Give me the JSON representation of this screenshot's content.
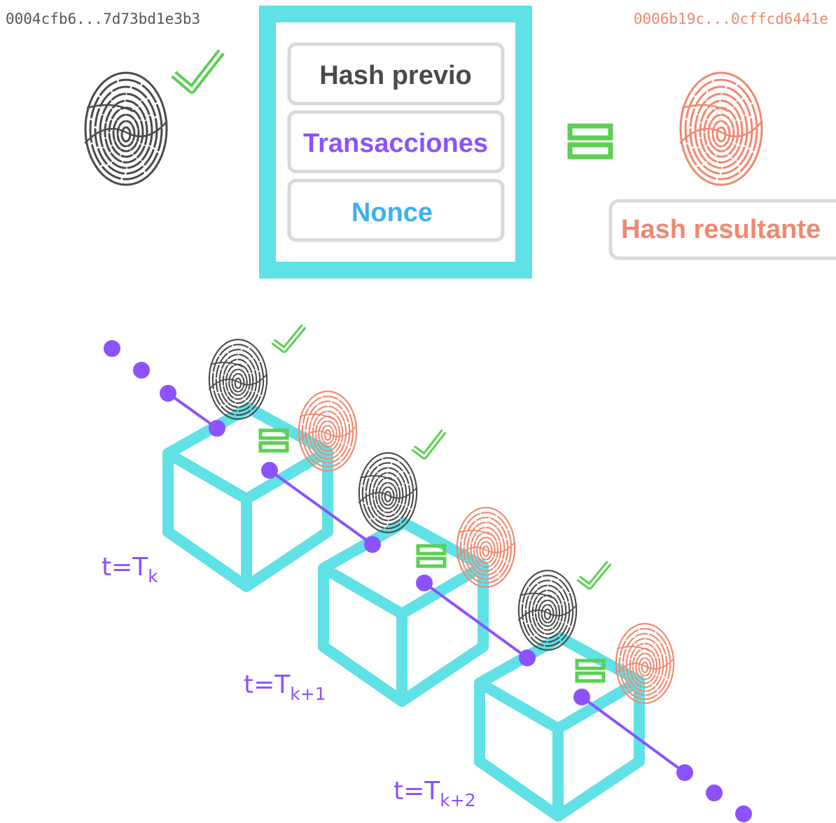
{
  "header": {
    "previous_hash": "0004cfb6...7d73bd1e3b3",
    "resulting_hash": "0006b19c...0cffcd6441e"
  },
  "block_fields": {
    "previous": "Hash previo",
    "transactions": "Transacciones",
    "nonce": "Nonce"
  },
  "result_label": "Hash resultante",
  "chain": [
    {
      "time_base": "t=T",
      "time_sub": "k"
    },
    {
      "time_base": "t=T",
      "time_sub": "k+1"
    },
    {
      "time_base": "t=T",
      "time_sub": "k+2"
    }
  ],
  "icons": {
    "fingerprint_prev": "fingerprint-icon",
    "fingerprint_result": "fingerprint-icon",
    "check": "check-icon",
    "equals": "equals-icon",
    "block": "cube-icon"
  },
  "colors": {
    "cyan": "#5fe1e6",
    "purple": "#8c52ff",
    "green": "#5bd052",
    "salmon": "#f08870",
    "dark": "#4a4a4a",
    "blue": "#3cb0f0",
    "gray_border": "#d9d9d9"
  }
}
